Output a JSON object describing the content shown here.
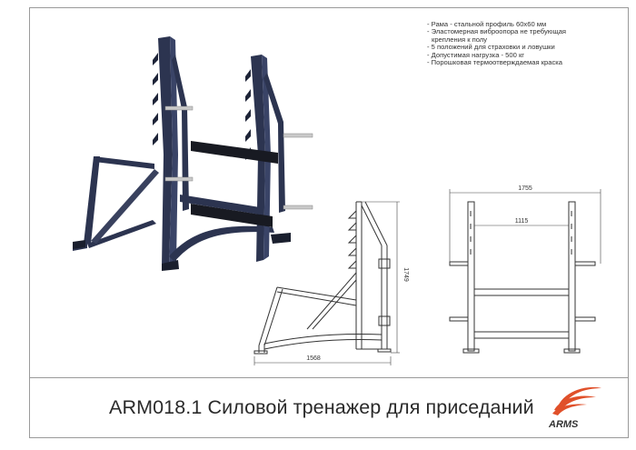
{
  "document": {
    "title": "ARM018.1 Силовой тренажер для приседаний",
    "specs": [
      "- Рама - стальной профиль 60х60 мм",
      "- Эластомерная виброопора не требующая",
      "  крепления к полу",
      "- 5 положений для страховки и ловушки",
      "- Допустимая нагрузка - 500 кг",
      "- Порошковая термоотверждаемая краска"
    ]
  },
  "dimensions": {
    "height": "1749",
    "depth": "1568",
    "width_total": "1755",
    "width_inner": "1115"
  },
  "brand": {
    "logo_text": "ARMS",
    "accent_color": "#e0502a"
  },
  "colors": {
    "frame_paint": "#2c3450",
    "crossbar": "#181a22",
    "steel": "#c9c9c9"
  }
}
